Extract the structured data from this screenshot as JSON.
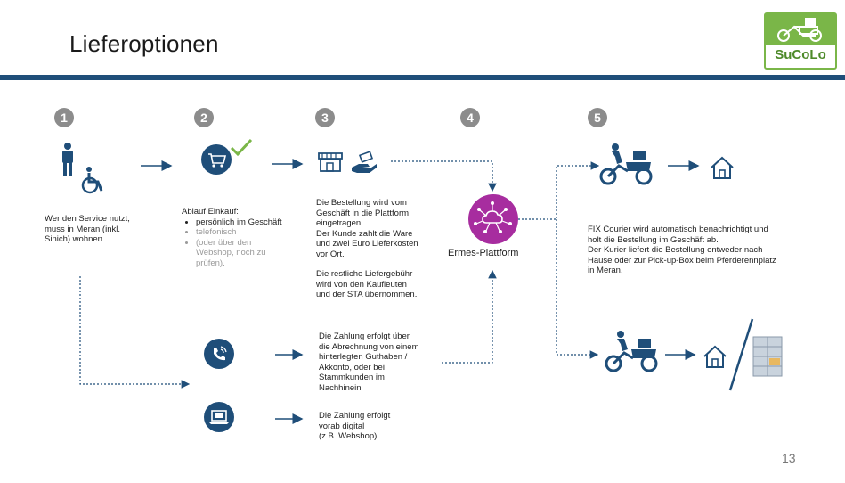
{
  "title": "Lieferoptionen",
  "logo": {
    "text": "SuCoLo"
  },
  "steps": {
    "s1": "1",
    "s2": "2",
    "s3": "3",
    "s4": "4",
    "s5": "5"
  },
  "step1": {
    "text": [
      "Wer den Service nutzt,",
      "muss in Meran (inkl.",
      "Sinich) wohnen."
    ]
  },
  "step2": {
    "heading": "Ablauf Einkauf:",
    "item1": "persönlich im Geschäft",
    "item2": "telefonisch",
    "item3": [
      "(oder über den",
      "Webshop, noch zu",
      "prüfen)."
    ]
  },
  "step3": {
    "para1": [
      "Die Bestellung wird vom",
      "Geschäft in die Plattform",
      "eingetragen.",
      "Der Kunde zahlt die Ware",
      "und zwei Euro Lieferkosten",
      "vor Ort."
    ],
    "para2": [
      "Die restliche Liefergebühr",
      "wird von den Kaufleuten",
      "und der STA übernommen."
    ]
  },
  "payment_phone": {
    "text": [
      "Die Zahlung erfolgt über",
      "die Abrechnung von einem",
      "hinterlegten Guthaben /",
      "Akkonto, oder bei",
      "Stammkunden im",
      "Nachhinein"
    ]
  },
  "payment_digital": {
    "text": [
      "Die Zahlung erfolgt",
      "vorab digital",
      "(z.B. Webshop)"
    ]
  },
  "platform": {
    "label": "Ermes-Plattform"
  },
  "step5": {
    "text": [
      "FIX Courier wird automatisch benachrichtigt und",
      "holt die Bestellung im Geschäft ab.",
      "Der Kurier liefert die Bestellung entweder nach",
      "Hause oder zur Pick-up-Box beim Pferderennplatz",
      "in Meran."
    ]
  },
  "page_number": "13",
  "colors": {
    "navy": "#1f4e79",
    "magenta": "#a72d9f",
    "green": "#7ab648",
    "number_grey": "#8c8c8c"
  }
}
